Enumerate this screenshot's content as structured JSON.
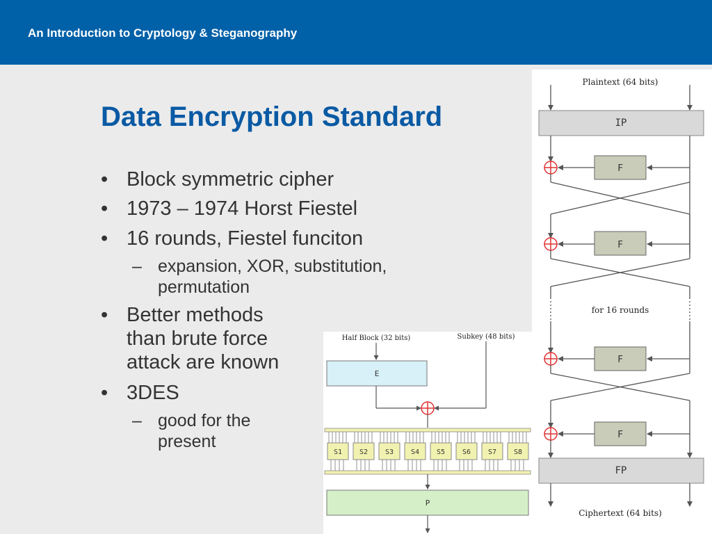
{
  "header": {
    "title": "An Introduction to Cryptology & Steganography"
  },
  "slide": {
    "title": "Data Encryption Standard",
    "bullets": [
      {
        "text": "Block symmetric cipher"
      },
      {
        "text": "1973 – 1974 Horst Fiestel"
      },
      {
        "text": "16 rounds, Fiestel funciton"
      },
      {
        "sub": [
          "expansion, XOR, substitution,",
          "permutation"
        ]
      },
      {
        "lines": [
          "Better methods",
          "than brute force",
          "attack are known"
        ]
      },
      {
        "text": "3DES"
      },
      {
        "sub": [
          "good for the",
          "present"
        ]
      }
    ],
    "bullet_glyph": "•",
    "sub_glyph": "–"
  },
  "feistel_diagram": {
    "plaintext_label": "Plaintext (64 bits)",
    "ip_label": "IP",
    "f_label": "F",
    "rounds_label": "for 16 rounds",
    "fp_label": "FP",
    "ciphertext_label": "Ciphertext (64 bits)",
    "box_color": "#d9d9d9",
    "f_color": "#c8ccb8",
    "xor_color": "#e03030"
  },
  "f_function_diagram": {
    "half_block_label": "Half Block (32 bits)",
    "subkey_label": "Subkey (48 bits)",
    "e_label": "E",
    "sboxes": [
      "S1",
      "S2",
      "S3",
      "S4",
      "S5",
      "S6",
      "S7",
      "S8"
    ],
    "p_label": "P",
    "e_color": "#d8f0f8",
    "sbox_color": "#f2f2b0",
    "p_color": "#d5f0c8"
  }
}
